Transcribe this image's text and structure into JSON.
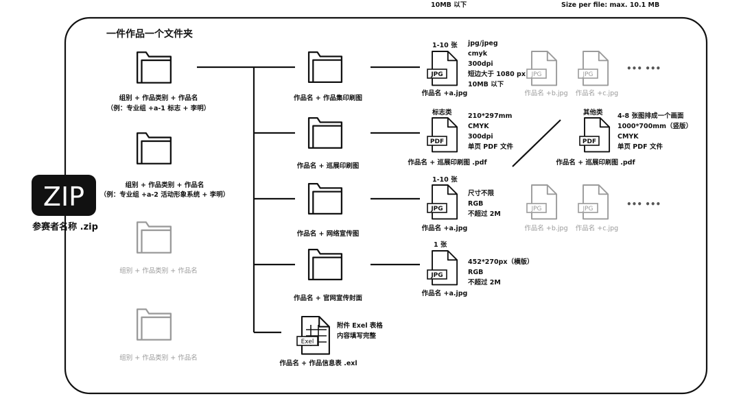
{
  "top_notes": {
    "left": "10MB 以下",
    "right": "Size per file: max. 10.1 MB"
  },
  "panel_title": "一件作品一个文件夹",
  "zip": {
    "icon_text": "ZIP",
    "label": "参赛者名称 .zip"
  },
  "entries": [
    {
      "line1": "组别 + 作品类别 + 作品名",
      "line2": "（例：专业组 +a-1 标志 + 李明）"
    },
    {
      "line1": "组别 + 作品类别 + 作品名",
      "line2": "（例：专业组 +a-2 活动形象系统 + 李明）"
    },
    {
      "line1": "组别 + 作品类别 + 作品名"
    },
    {
      "line1": "组别 + 作品类别 + 作品名"
    }
  ],
  "subfolders": [
    "作品名 + 作品集印刷图",
    "作品名 + 巡展印刷图",
    "作品名 + 网络宣传图",
    "作品名 + 官网宣传封面",
    "作品名 + 作品信息表 .exl"
  ],
  "rows": [
    {
      "file_tag": "JPG",
      "count": "1-10 张",
      "file_name": "作品名 +a.jpg",
      "specs": [
        "jpg/jpeg",
        "cmyk",
        "300dpi",
        "短边大于 1080 px",
        "10MB 以下"
      ],
      "extras": [
        {
          "tag": "JPG",
          "name": "作品名 +b.jpg"
        },
        {
          "tag": "JPG",
          "name": "作品名 +c.jpg"
        }
      ],
      "ellipsis": "••• •••"
    },
    {
      "file_tag": "PDF",
      "count": "标志类",
      "file_name": "作品名 + 巡展印刷图 .pdf",
      "specs": [
        "210*297mm",
        "CMYK",
        "300dpi",
        "单页 PDF 文件"
      ],
      "alt": {
        "file_tag": "PDF",
        "count": "其他类",
        "file_name": "作品名 + 巡展印刷图 .pdf",
        "specs": [
          "4-8 张图排成一个画面",
          "1000*700mm（竖版）",
          "CMYK",
          "单页 PDF 文件"
        ]
      }
    },
    {
      "file_tag": "JPG",
      "count": "1-10 张",
      "file_name": "作品名 +a.jpg",
      "specs": [
        "尺寸不限",
        "RGB",
        "不超过 2M"
      ],
      "extras": [
        {
          "tag": "JPG",
          "name": "作品名 +b.jpg"
        },
        {
          "tag": "JPG",
          "name": "作品名 +c.jpg"
        }
      ],
      "ellipsis": "••• •••"
    },
    {
      "file_tag": "JPG",
      "count": "1 张",
      "file_name": "作品名 +a.jpg",
      "specs": [
        "452*270px（横版）",
        "RGB",
        "不超过 2M"
      ]
    },
    {
      "file_tag": "Exel",
      "note": [
        "附件 Exel 表格",
        "内容填写完整"
      ]
    }
  ],
  "colors": {
    "ink": "#111111",
    "muted": "#9a9a9a",
    "background": "#ffffff"
  }
}
